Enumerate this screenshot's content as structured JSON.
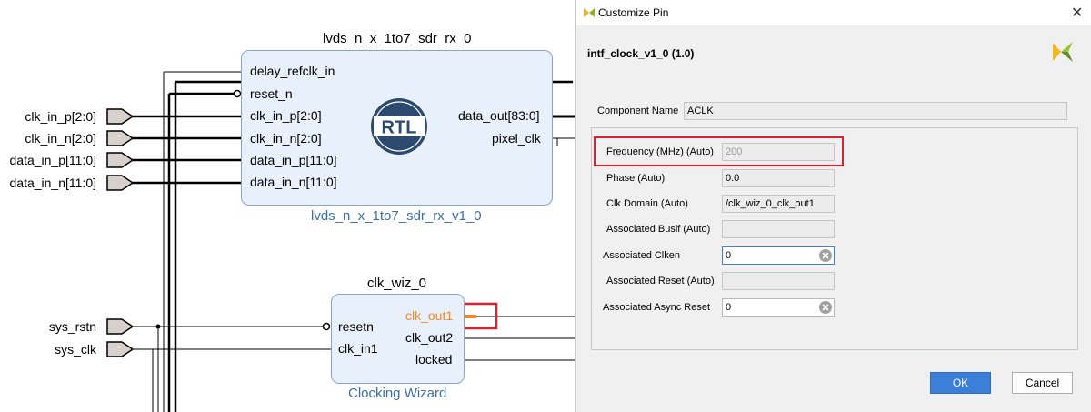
{
  "diagram": {
    "lvds_block": {
      "instance": "lvds_n_x_1to7_sdr_rx_0",
      "module": "lvds_n_x_1to7_sdr_rx_v1_0",
      "inputs": [
        "delay_refclk_in",
        "reset_n",
        "clk_in_p[2:0]",
        "clk_in_n[2:0]",
        "data_in_p[11:0]",
        "data_in_n[11:0]"
      ],
      "outputs": [
        "data_out[83:0]",
        "pixel_clk"
      ],
      "logo": "RTL"
    },
    "external_ports_top": [
      "clk_in_p[2:0]",
      "clk_in_n[2:0]",
      "data_in_p[11:0]",
      "data_in_n[11:0]"
    ],
    "clk_block": {
      "instance": "clk_wiz_0",
      "module": "Clocking Wizard",
      "inputs": [
        "resetn",
        "clk_in1"
      ],
      "outputs": [
        "clk_out1",
        "clk_out2",
        "locked"
      ]
    },
    "external_ports_bottom": [
      "sys_rstn",
      "sys_clk"
    ]
  },
  "dialog": {
    "window_title": "Customize Pin",
    "ip_title": "intf_clock_v1_0 (1.0)",
    "component_name_label": "Component Name",
    "component_name_value": "ACLK",
    "fields": [
      {
        "label": "Frequency (MHz) (Auto)",
        "value": ""
      },
      {
        "label": "Phase (Auto)",
        "value": "0.0"
      },
      {
        "label": "Clk Domain (Auto)",
        "value": "/clk_wiz_0_clk_out1"
      },
      {
        "label": "Associated Busif (Auto)",
        "value": ""
      },
      {
        "label": "Associated Clken",
        "value": "0"
      },
      {
        "label": "Associated Reset (Auto)",
        "value": ""
      },
      {
        "label": "Associated Async Reset",
        "value": "0"
      }
    ],
    "frequency_placeholder": "200",
    "ok_label": "OK",
    "cancel_label": "Cancel",
    "colors": {
      "accent": "#3c7fd8",
      "highlight": "#e0202a",
      "ok_button": "#3c7fd8"
    }
  }
}
